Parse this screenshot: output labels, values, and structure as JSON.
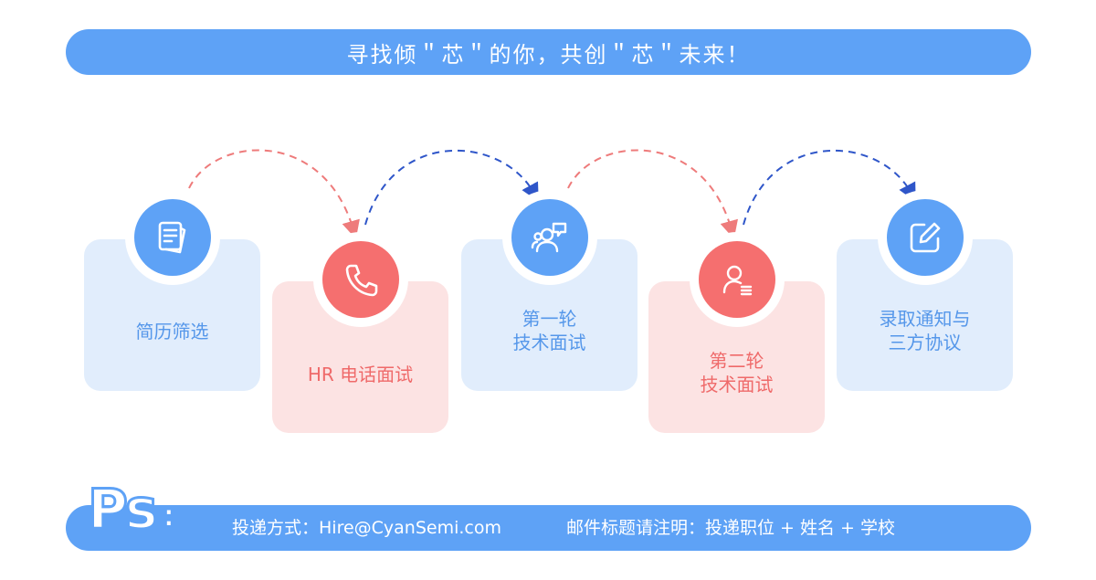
{
  "banner": {
    "title": "寻找倾＂芯＂的你，共创＂芯＂未来！"
  },
  "steps": [
    {
      "label": "简历筛选",
      "icon": "document-icon",
      "color": "blue"
    },
    {
      "label": "HR 电话面试",
      "icon": "phone-icon",
      "color": "red"
    },
    {
      "label": "第一轮\n技术面试",
      "icon": "group-chat-icon",
      "color": "blue"
    },
    {
      "label": "第二轮\n技术面试",
      "icon": "user-profile-icon",
      "color": "red"
    },
    {
      "label": "录取通知与\n三方协议",
      "icon": "edit-icon",
      "color": "blue"
    }
  ],
  "footer": {
    "logo": "Ps",
    "colon": ":",
    "delivery": "投递方式：Hire@CyanSemi.com",
    "subject_rule": "邮件标题请注明：投递职位 + 姓名 + 学校"
  },
  "colors": {
    "accent_blue": "#5ea2f6",
    "accent_red": "#f56f6f",
    "card_blue": "#e1edfc",
    "card_red": "#fce3e3",
    "arrow_red": "#ee7b7b",
    "arrow_blue": "#2f56c9"
  }
}
